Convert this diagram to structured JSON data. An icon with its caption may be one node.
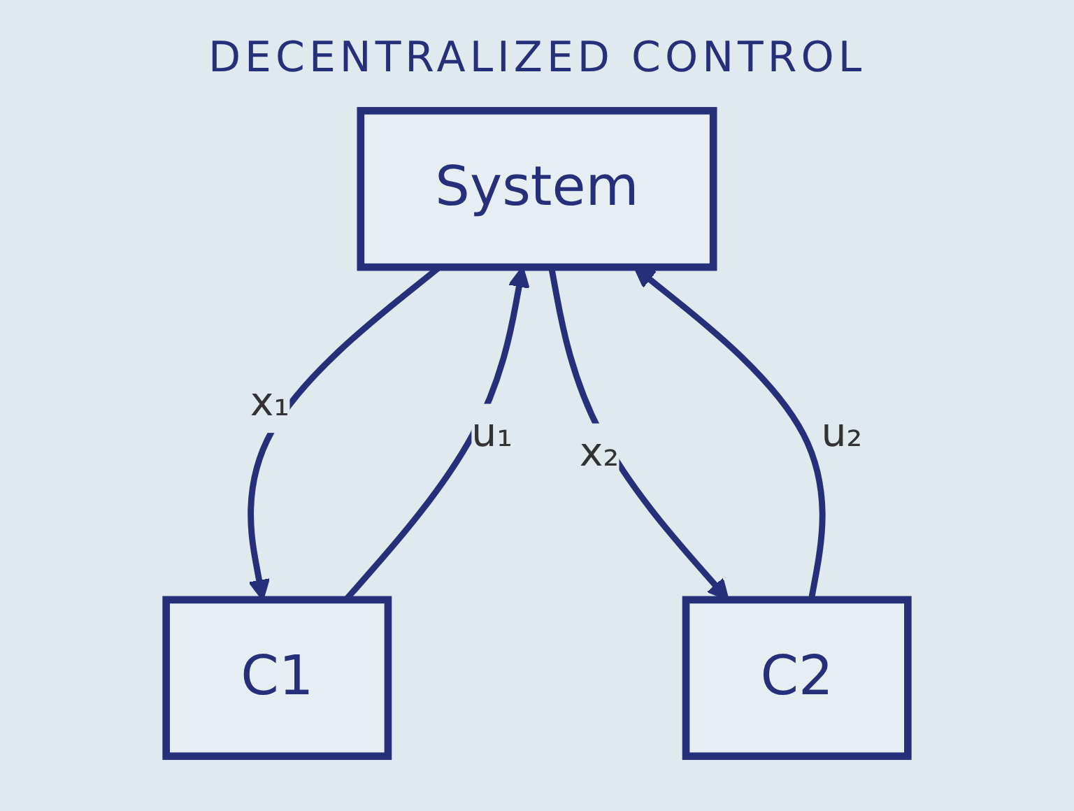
{
  "diagram": {
    "title": "DECENTRALIZED CONTROL",
    "nodes": [
      {
        "text": [
          "System"
        ]
      },
      {
        "text": [
          "C1"
        ]
      },
      {
        "text": [
          "C2"
        ]
      }
    ],
    "edges": [
      {
        "from": 0,
        "to": 1,
        "arrow": "to",
        "label": "x₁"
      },
      {
        "from": 1,
        "to": 0,
        "arrow": "to",
        "label": "u₁"
      },
      {
        "from": 2,
        "to": 0,
        "arrow": "to",
        "label": "u₂"
      },
      {
        "from": 0,
        "to": 2,
        "arrow": "to",
        "label": "x₂"
      }
    ]
  }
}
